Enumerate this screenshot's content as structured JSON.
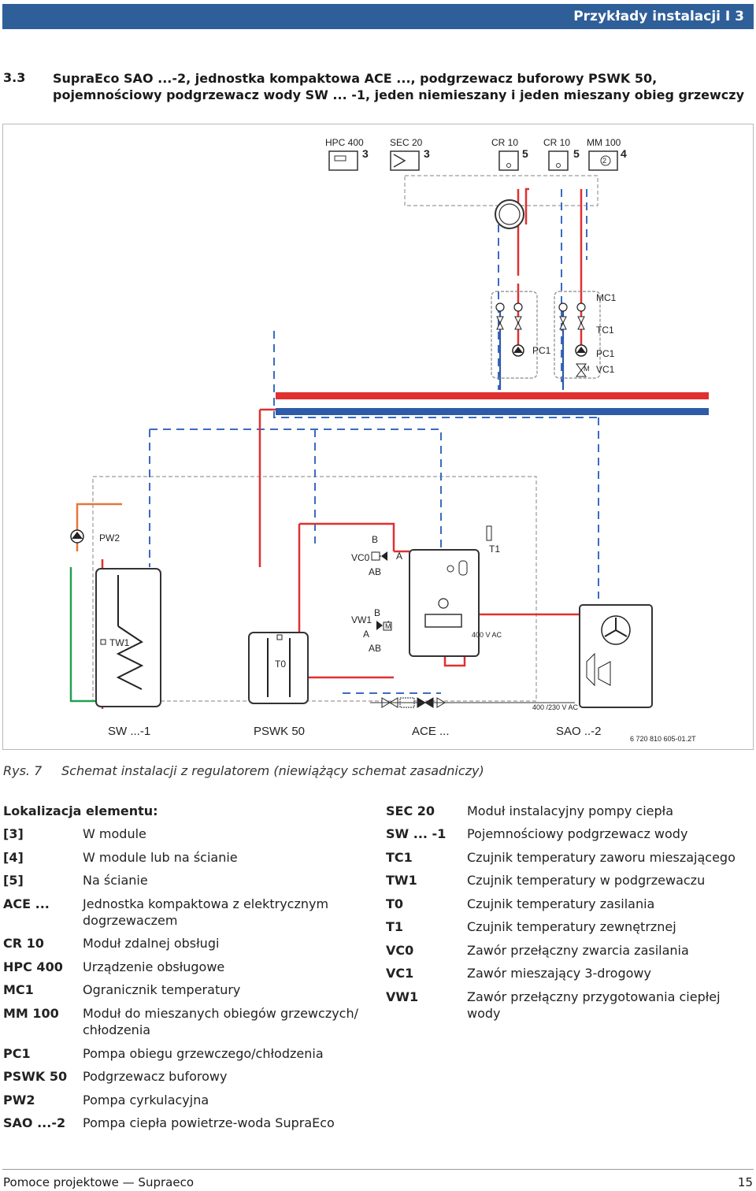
{
  "header": {
    "chapter": "Przykłady instalacji",
    "separator": "I",
    "page_chapter_no": "3"
  },
  "section": {
    "number": "3.3",
    "title": "SupraEco SAO ...-2, jednostka kompaktowa ACE ..., podgrzewacz buforowy PSWK 50, pojemnościowy podgrzewacz wody SW ... -1, jeden niemieszany i jeden mieszany obieg grzewczy"
  },
  "diagram": {
    "modules": {
      "hpc": "HPC 400",
      "sec": "SEC 20",
      "cr1": "CR 10",
      "cr2": "CR 10",
      "mm": "MM 100",
      "loc_hpc": "3",
      "loc_sec": "3",
      "loc_cr1": "5",
      "loc_cr2": "5",
      "loc_mm": "4",
      "mm_inner": "2"
    },
    "circuit_labels": {
      "mc1": "MC1",
      "tc1": "TC1",
      "pc1_left": "PC1",
      "pc1_right": "PC1",
      "vc1": "VC1",
      "pump_m": "M"
    },
    "dhw_labels": {
      "pw2": "PW2",
      "tw1": "TW1",
      "t0": "T0",
      "t1": "T1"
    },
    "valve_labels": {
      "vc0": "VC0",
      "vc0_b": "B",
      "vc0_a": "A",
      "vc0_ab": "AB",
      "vw1": "VW1",
      "vw1_b": "B",
      "vw1_a": "A",
      "vw1_ab": "AB",
      "motor": "M"
    },
    "electrical": {
      "v400": "400 V AC",
      "v400_230": "400 /230 V AC"
    },
    "units": {
      "sw": "SW ...-1",
      "pswk": "PSWK 50",
      "ace": "ACE ...",
      "sao": "SAO ..-2"
    },
    "doc_code": "6 720 810 605-01.2T",
    "colors": {
      "supply": "#e03030",
      "return": "#2e5aa8",
      "control": "#3a6bc0",
      "dhw_cold": "#22a050",
      "circulation": "#e2783a",
      "frame": "#999999"
    }
  },
  "caption": {
    "number": "Rys. 7",
    "text": "Schemat instalacji z regulatorem (niewiążący schemat zasadniczy)"
  },
  "legend": {
    "heading": "Lokalizacja elementu:",
    "left": [
      {
        "key": "[3]",
        "desc": "W module"
      },
      {
        "key": "[4]",
        "desc": "W module lub na ścianie"
      },
      {
        "key": "[5]",
        "desc": "Na ścianie"
      },
      {
        "key": "ACE ...",
        "desc": "Jednostka kompaktowa z elektrycznym dogrzewaczem"
      },
      {
        "key": "CR 10",
        "desc": "Moduł zdalnej obsługi"
      },
      {
        "key": "HPC 400",
        "desc": "Urządzenie obsługowe"
      },
      {
        "key": "MC1",
        "desc": "Ogranicznik temperatury"
      },
      {
        "key": "MM 100",
        "desc": "Moduł do mieszanych obiegów grzewczych/ chłodzenia"
      },
      {
        "key": "PC1",
        "desc": "Pompa obiegu grzewczego/chłodzenia"
      },
      {
        "key": "PSWK 50",
        "desc": "Podgrzewacz buforowy"
      },
      {
        "key": "PW2",
        "desc": "Pompa cyrkulacyjna"
      },
      {
        "key": "SAO ...-2",
        "desc": "Pompa ciepła powietrze-woda SupraEco"
      }
    ],
    "right": [
      {
        "key": "SEC 20",
        "desc": "Moduł instalacyjny pompy ciepła"
      },
      {
        "key": "SW ... -1",
        "desc": "Pojemnościowy podgrzewacz wody"
      },
      {
        "key": "TC1",
        "desc": "Czujnik temperatury zaworu mieszającego"
      },
      {
        "key": "TW1",
        "desc": "Czujnik temperatury w podgrzewaczu"
      },
      {
        "key": "T0",
        "desc": "Czujnik temperatury zasilania"
      },
      {
        "key": "T1",
        "desc": "Czujnik temperatury zewnętrznej"
      },
      {
        "key": "VC0",
        "desc": "Zawór przełączny zwarcia zasilania"
      },
      {
        "key": "VC1",
        "desc": "Zawór mieszający 3-drogowy"
      },
      {
        "key": "VW1",
        "desc": "Zawór przełączny przygotowania ciepłej wody"
      }
    ]
  },
  "footer": {
    "left": "Pomoce projektowe — Supraeco",
    "page": "15"
  }
}
